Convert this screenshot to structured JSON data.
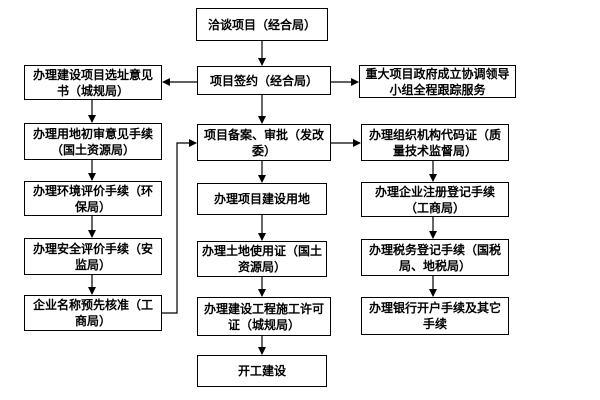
{
  "boxes": {
    "top": "洽谈项目（经合局）",
    "sign": "项目签约（经合局）",
    "site_opinion": "办理建设项目选址意见书（城规局）",
    "land_review": "办理用地初审意见手续（国土资源局）",
    "env": "办理环境评价手续（环保局）",
    "safety": "办理安全评价手续（安监局）",
    "name_approval": "企业名称预先核准（工商局）",
    "coord_group": "重大项目政府成立协调领导小组全程跟踪服务",
    "filing": "项目备案、审批（发改委）",
    "land_use": "办理项目建设用地",
    "land_cert": "办理土地使用证（国土资源局）",
    "permit": "办理建设工程施工许可证（城规局）",
    "start": "开工建设",
    "org_code": "办理组织机构代码证（质量技术监督局）",
    "registration": "办理企业注册登记手续（工商局）",
    "tax": "办理税务登记手续（国税局、地税局）",
    "bank": "办理银行开户手续及其它手续"
  }
}
